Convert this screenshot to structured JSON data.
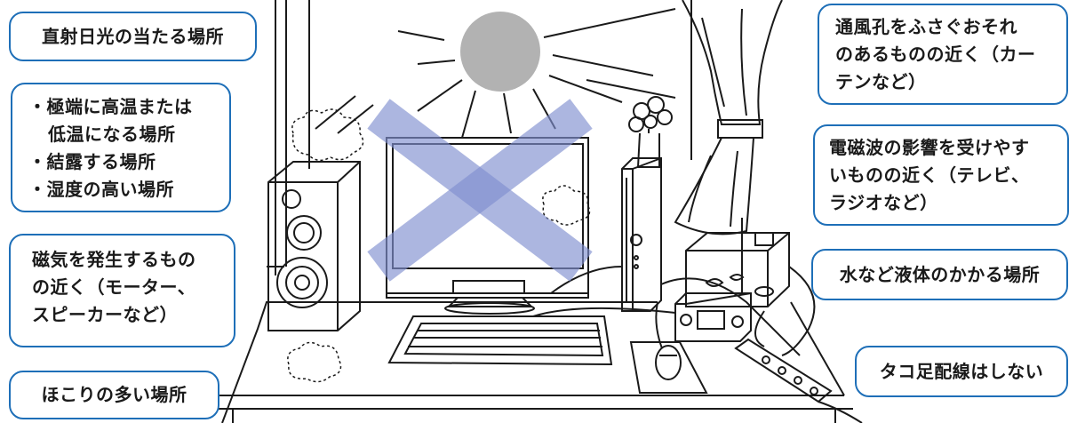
{
  "colors": {
    "callout_border": "#1e6fb8",
    "cross_mark": "#7f8fcf",
    "sun": "#b2b2b2",
    "line_art": "#1a1a1a"
  },
  "callouts": {
    "direct_sunlight": "直射日光の当たる場所",
    "temperature": {
      "bullet": "・",
      "items": [
        "極端に高温または",
        "低温になる場所",
        "結露する場所",
        "湿度の高い場所"
      ]
    },
    "magnetism": [
      "磁気を発生するもの",
      "の近く（モーター、",
      "スピーカーなど）"
    ],
    "dust": "ほこりの多い場所",
    "vents": [
      "通風孔をふさぐおそれ",
      "のあるものの近く（カー",
      "テンなど）"
    ],
    "electromagnetic": [
      "電磁波の影響を受けやす",
      "いものの近く（テレビ、",
      "ラジオなど）"
    ],
    "liquid": "水など液体のかかる場所",
    "octopus_wiring": "タコ足配線はしない"
  },
  "icons": [
    "sun-icon",
    "prohibited-cross-icon",
    "computer-monitor",
    "desktop-tower",
    "keyboard",
    "mouse",
    "speaker",
    "flower-vase",
    "curtain",
    "radio",
    "fish-tank",
    "power-strip",
    "dust-cloud"
  ]
}
